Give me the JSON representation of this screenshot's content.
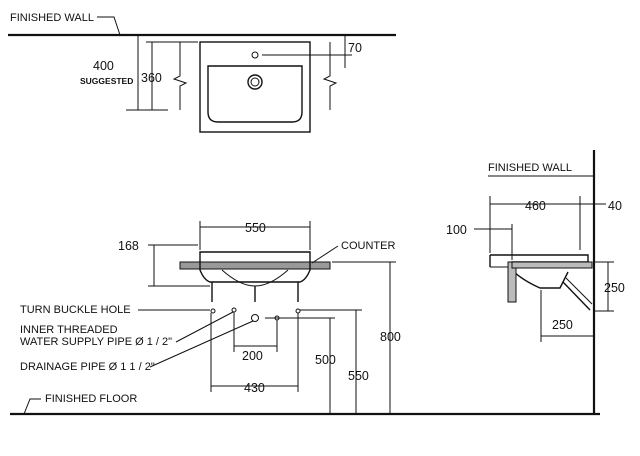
{
  "labels": {
    "finished_wall_top": "FINISHED WALL",
    "finished_wall_side": "FINISHED WALL",
    "counter": "COUNTER",
    "turn_buckle_hole": "TURN BUCKLE HOLE",
    "inner_threaded_line1": "INNER THREADED",
    "inner_threaded_line2": "WATER SUPPLY PIPE Ø 1 / 2\"",
    "drainage_pipe": "DRAINAGE PIPE Ø 1 1 / 2\"",
    "finished_floor": "FINISHED FLOOR",
    "suggested": "SUGGESTED"
  },
  "dimensions": {
    "top_400": "400",
    "top_360": "360",
    "top_70": "70",
    "front_550_width": "550",
    "front_168": "168",
    "front_200": "200",
    "front_430": "430",
    "front_500": "500",
    "front_550_height": "550",
    "front_800": "800",
    "side_460": "460",
    "side_40": "40",
    "side_100": "100",
    "side_250_vertical": "250",
    "side_250_horizontal": "250"
  }
}
